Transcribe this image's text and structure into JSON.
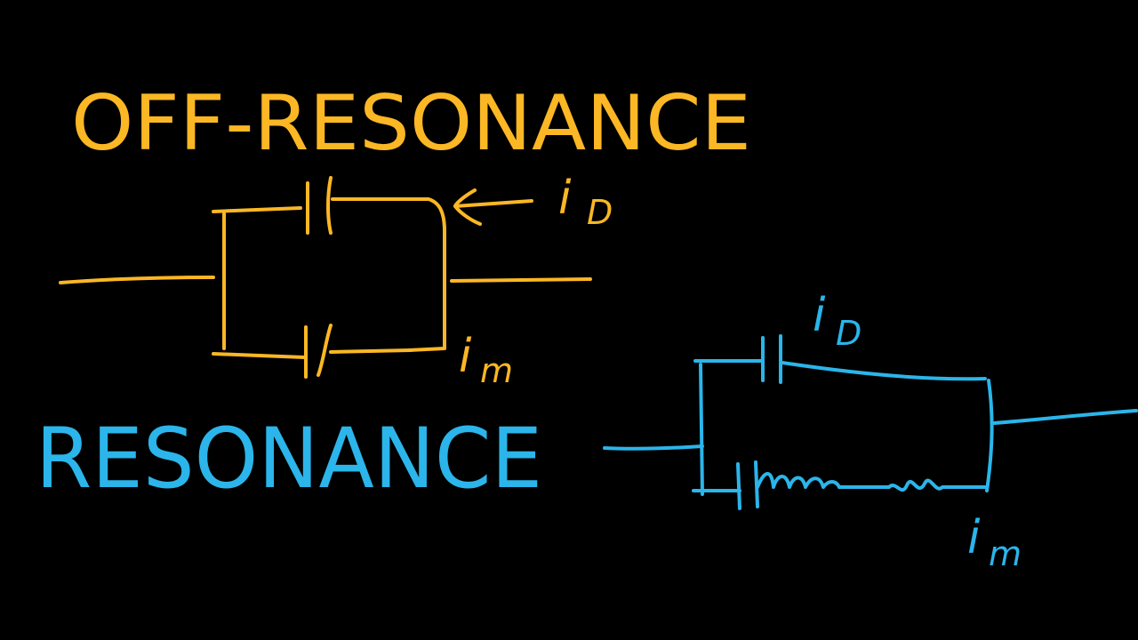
{
  "colors": {
    "background": "#000000",
    "off_resonance": "#FBB724",
    "resonance": "#2BB5EA"
  },
  "off_resonance": {
    "title": "OFF-RESONANCE",
    "current_labels": {
      "displacement": "i",
      "displacement_sub": "D",
      "motional": "i",
      "motional_sub": "m"
    }
  },
  "resonance": {
    "title": "RESONANCE",
    "current_labels": {
      "displacement": "i",
      "displacement_sub": "D",
      "motional": "i",
      "motional_sub": "m"
    }
  }
}
